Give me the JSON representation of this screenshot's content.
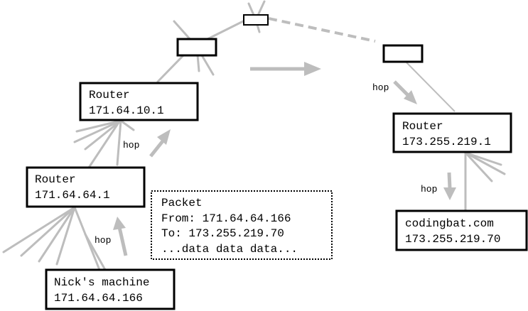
{
  "colors": {
    "link": "#bdbdbd",
    "box_border": "#000000",
    "background": "#ffffff"
  },
  "nodes": {
    "nick": {
      "label": "Nick's machine",
      "ip": "171.64.64.166"
    },
    "router1": {
      "label": "Router",
      "ip": "171.64.64.1"
    },
    "router2": {
      "label": "Router",
      "ip": "171.64.10.1"
    },
    "router3": {
      "label": "Router",
      "ip": "173.255.219.1"
    },
    "codingbat": {
      "label": "codingbat.com",
      "ip": "173.255.219.70"
    }
  },
  "packet": {
    "title": "Packet",
    "from": "From: 171.64.64.166",
    "to": "To: 173.255.219.70",
    "body": "...data data data..."
  },
  "hops": {
    "hop1": "hop",
    "hop2": "hop",
    "hop3": "hop",
    "hop4": "hop"
  }
}
